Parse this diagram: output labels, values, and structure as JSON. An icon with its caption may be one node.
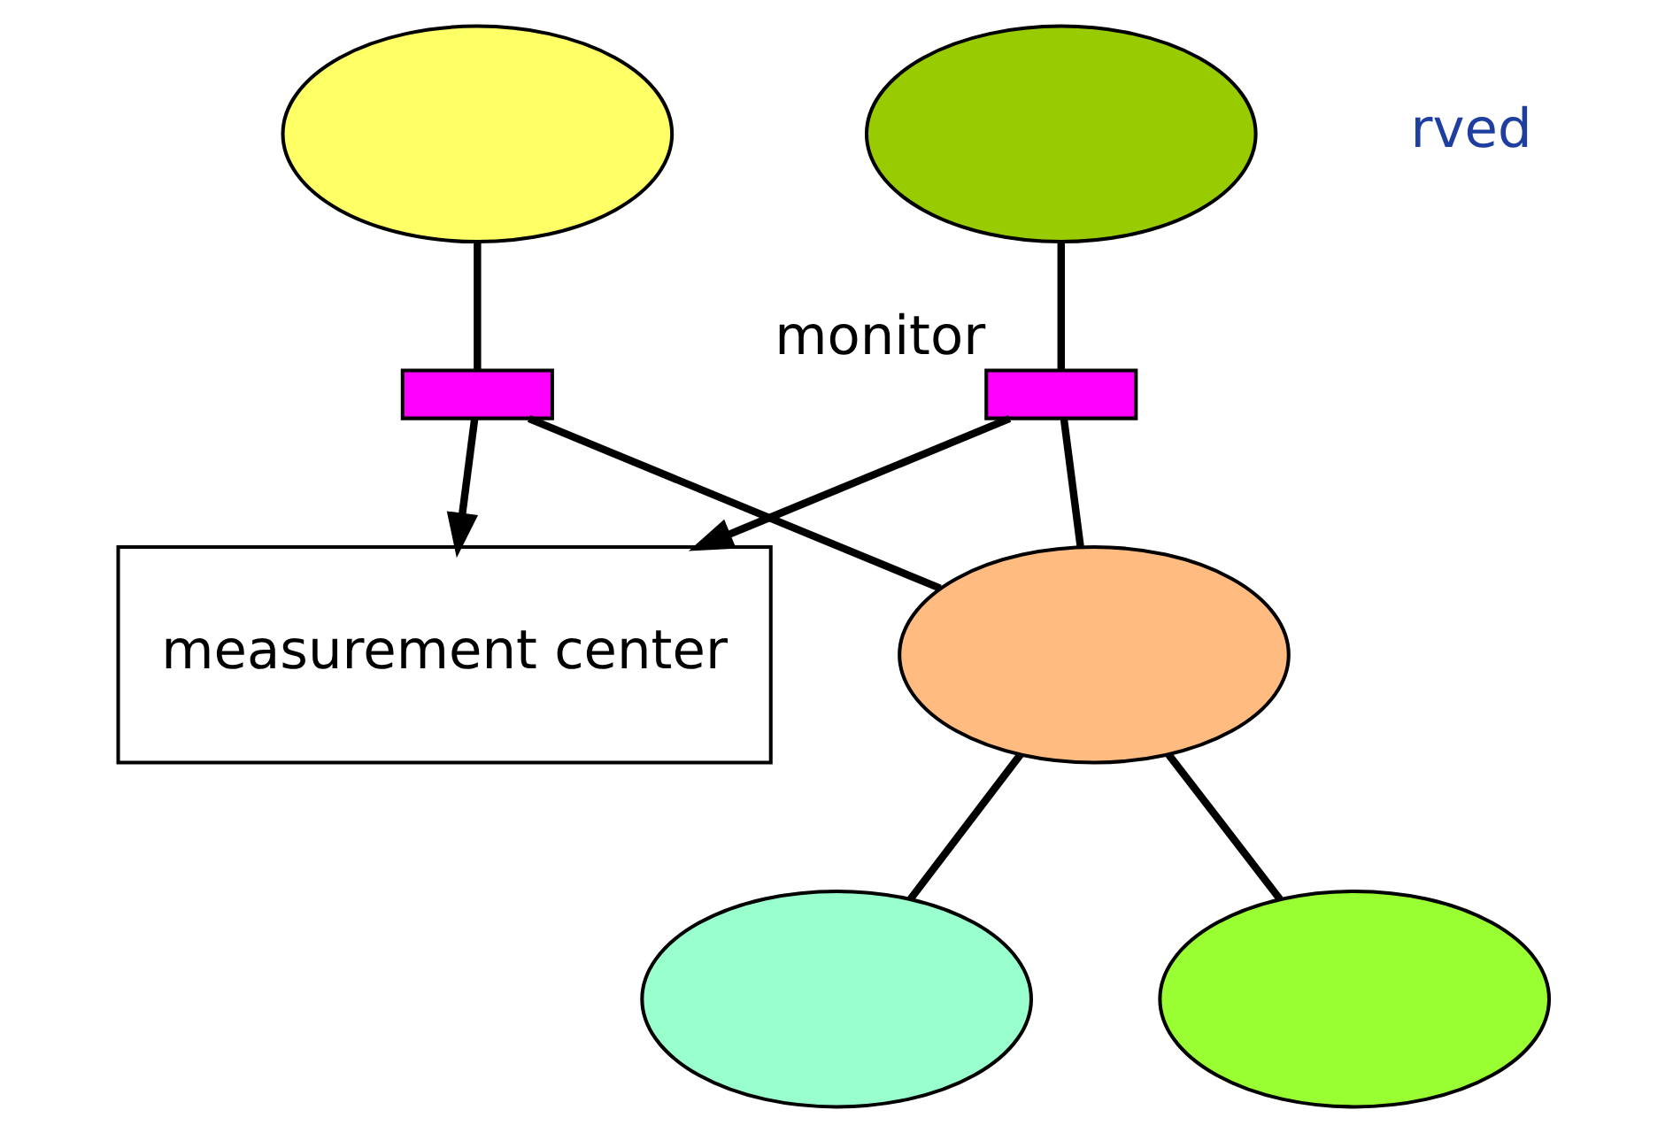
{
  "diagram": {
    "nodes": [
      {
        "text": [
          "measurement center"
        ]
      },
      {
        "text": [],
        "shape": "cloud"
      },
      {
        "text": [],
        "shape": "cloud"
      },
      {
        "text": [],
        "shape": "cloud"
      },
      {
        "text": [],
        "shape": "cloud"
      },
      {
        "text": [],
        "shape": "cloud"
      },
      {
        "text": [],
        "shape": "bar"
      },
      {
        "text": [],
        "shape": "bar",
        "beside": [
          "monitor"
        ]
      }
    ],
    "edges": [
      {
        "from": 1,
        "to": 6,
        "arrow": "none"
      },
      {
        "from": 6,
        "to": 3,
        "arrow": "none"
      },
      {
        "from": 6,
        "to": 0,
        "arrow": "to"
      },
      {
        "from": 2,
        "to": 7,
        "arrow": "none"
      },
      {
        "from": 7,
        "to": 3,
        "arrow": "none"
      },
      {
        "from": 7,
        "to": 0,
        "arrow": "to"
      },
      {
        "from": 3,
        "to": 4,
        "arrow": "none"
      },
      {
        "from": 3,
        "to": 5,
        "arrow": "none"
      }
    ],
    "labels": [
      "rved"
    ]
  }
}
